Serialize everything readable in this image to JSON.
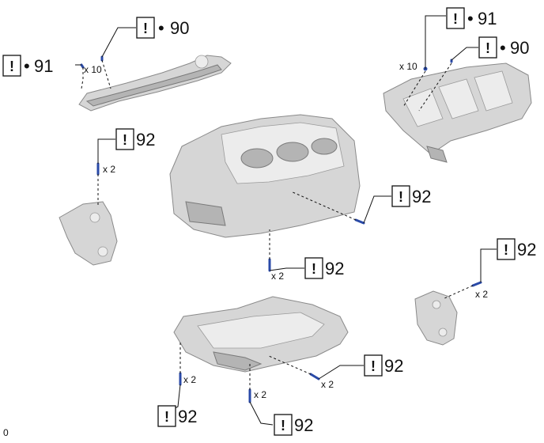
{
  "callouts": [
    {
      "id": "c1",
      "text": "90",
      "dot": true
    },
    {
      "id": "c2",
      "text": "91",
      "dot": true
    },
    {
      "id": "c3",
      "text": "91",
      "dot": true
    },
    {
      "id": "c4",
      "text": "90",
      "dot": true
    },
    {
      "id": "c5",
      "text": "92",
      "dot": false
    },
    {
      "id": "c6",
      "text": "92",
      "dot": false
    },
    {
      "id": "c7",
      "text": "92",
      "dot": false
    },
    {
      "id": "c8",
      "text": "92",
      "dot": false
    },
    {
      "id": "c9",
      "text": "92",
      "dot": false
    },
    {
      "id": "c10",
      "text": "92",
      "dot": false
    },
    {
      "id": "c11",
      "text": "92",
      "dot": false
    }
  ],
  "quantities": {
    "q_front_cover": "x 10",
    "q_stiffener": "x 10",
    "q_left_bracket": "x 2",
    "q_block_bottom": "x 2",
    "q_right_bracket": "x 2",
    "q_pan_left": "x 2",
    "q_pan_right": "x 2",
    "q_pan_mid": "x 2"
  },
  "bang_symbol": "!",
  "dot_symbol": "•",
  "footer_label": "0",
  "colors": {
    "bolt": "#2a4aa8",
    "part": "#d6d6d6",
    "line": "#111111"
  }
}
